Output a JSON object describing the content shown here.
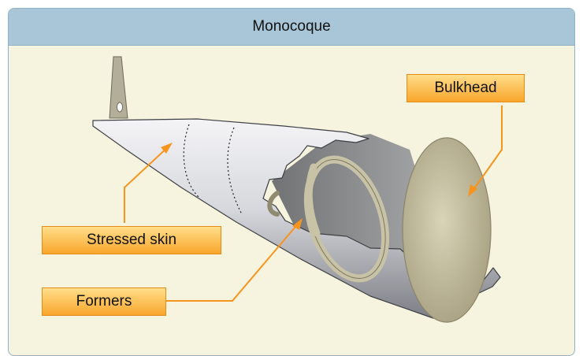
{
  "diagram": {
    "title": "Monocoque",
    "labels": {
      "bulkhead": "Bulkhead",
      "stressed_skin": "Stressed skin",
      "formers": "Formers"
    },
    "colors": {
      "header_bg": "#a9c6d8",
      "panel_bg": "#f6f3de",
      "label_fill": "#fbb935",
      "leader_line": "#f7941d",
      "former": "#c8c3a7",
      "skin": "#cfd0d6"
    },
    "icons": [
      "tail-fin-icon",
      "fuselage-skin-icon",
      "former-ring-icon",
      "bulkhead-disc-icon"
    ]
  }
}
